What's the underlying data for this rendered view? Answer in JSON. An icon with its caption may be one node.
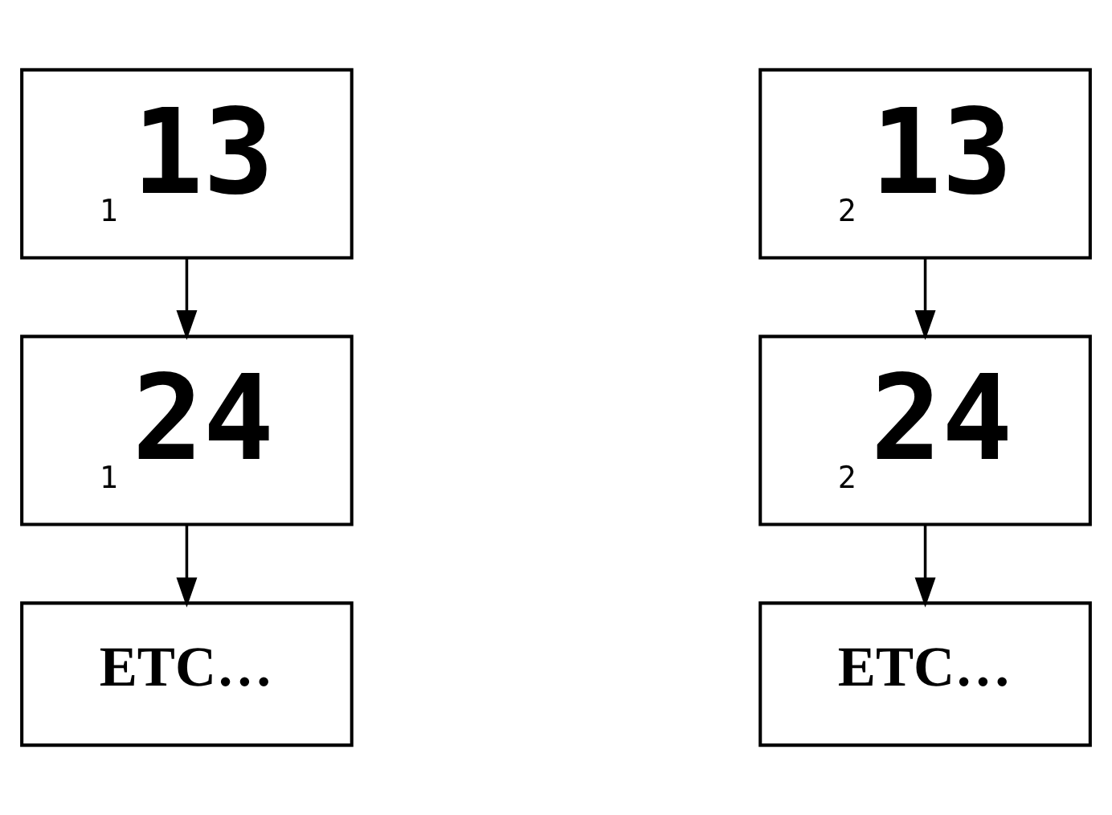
{
  "diagram": {
    "nodes": [
      {
        "text": [
          "1",
          "13"
        ]
      },
      {
        "text": [
          "1",
          "24"
        ]
      },
      {
        "text": [
          "ETC…"
        ]
      },
      {
        "text": [
          "2",
          "13"
        ]
      },
      {
        "text": [
          "2",
          "24"
        ]
      },
      {
        "text": [
          "ETC…"
        ]
      }
    ],
    "edges": [
      {
        "from": 0,
        "to": 1,
        "arrow": "to"
      },
      {
        "from": 1,
        "to": 2,
        "arrow": "to"
      },
      {
        "from": 3,
        "to": 4,
        "arrow": "to"
      },
      {
        "from": 4,
        "to": 5,
        "arrow": "to"
      }
    ]
  }
}
